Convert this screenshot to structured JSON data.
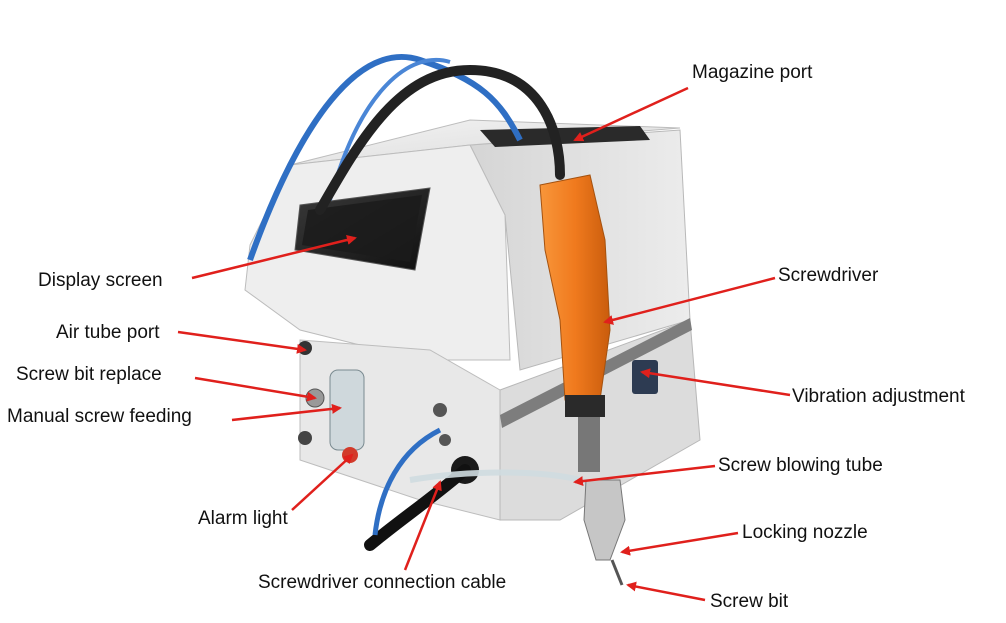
{
  "labels": {
    "magazine_port": "Magazine port",
    "display_screen": "Display screen",
    "screwdriver": "Screwdriver",
    "air_tube_port": "Air tube port",
    "screw_bit_replace": "Screw bit replace",
    "vibration_adjustment": "Vibration adjustment",
    "manual_screw_feeding": "Manual screw feeding",
    "screw_blowing_tube": "Screw blowing tube",
    "alarm_light": "Alarm light",
    "locking_nozzle": "Locking nozzle",
    "screwdriver_connection_cable": "Screwdriver connection cable",
    "screw_bit": "Screw bit"
  },
  "colors": {
    "arrow": "#e0201c",
    "machine_body": "#e6e6e6",
    "screwdriver_body": "#f07a1e",
    "cable": "#222222",
    "air_hose": "#2f6fc4"
  }
}
